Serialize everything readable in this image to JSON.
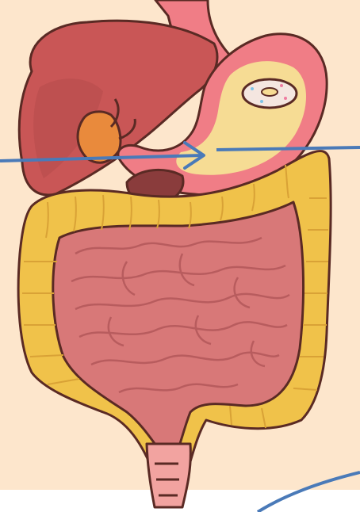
{
  "colors": {
    "background": "#fde6cc",
    "outline": "#5a2a24",
    "liver": "#c95656",
    "liver_shadow": "#a84444",
    "stomach": "#f07d86",
    "stomach_inner": "#f6dc94",
    "colon": "#f0c24a",
    "colon_shadow": "#d9a236",
    "small_intestine": "#d87878",
    "small_intestine_shadow": "#b85c5e",
    "rectum": "#f2a3a0",
    "gallbladder": "#e98a3c",
    "pancreas": "#8a3c3c",
    "arrow": "#4a7ab8",
    "donut": "#f4e6e0"
  },
  "annotations": {
    "left_arrow": {
      "kind": "arrow",
      "direction": "right",
      "points_to": "stomach"
    },
    "right_line": {
      "kind": "line",
      "direction": "horizontal",
      "points_to": "stomach"
    },
    "corner_arc": {
      "kind": "arc"
    }
  },
  "organs": [
    "esophagus",
    "liver",
    "gallbladder",
    "stomach",
    "food-in-stomach",
    "pancreas",
    "large-intestine",
    "small-intestine",
    "rectum"
  ]
}
